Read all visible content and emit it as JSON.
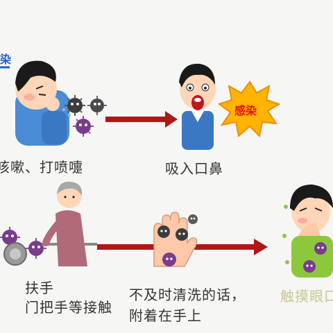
{
  "row1": {
    "title_fragment": "染",
    "caption_cough": "咳嗽、打喷嚏",
    "caption_inhale": "吸入口鼻",
    "burst_text": "感染"
  },
  "row2": {
    "caption_touch_line1": "扶手",
    "caption_touch_line2": "门把手等接触",
    "caption_hand_line1": "不及时清洗的话，",
    "caption_hand_line2": "附着在手上",
    "caption_face": "触摸眼口"
  },
  "colors": {
    "arrow": "#b01818",
    "burst": "#ffb400",
    "burst_text": "#e81010",
    "title_underline": "#1d63c4",
    "virus_purple": "#7a3c8c",
    "virus_dark": "#3c3c3c",
    "face_caption": "#c8c896"
  },
  "icons": [
    "coughing-boy-icon",
    "virus-icon",
    "surprised-man-icon",
    "infection-burst-icon",
    "elderly-woman-icon",
    "door-handle-icon",
    "germy-hand-icon",
    "face-touching-boy-icon",
    "arrow-icon"
  ]
}
